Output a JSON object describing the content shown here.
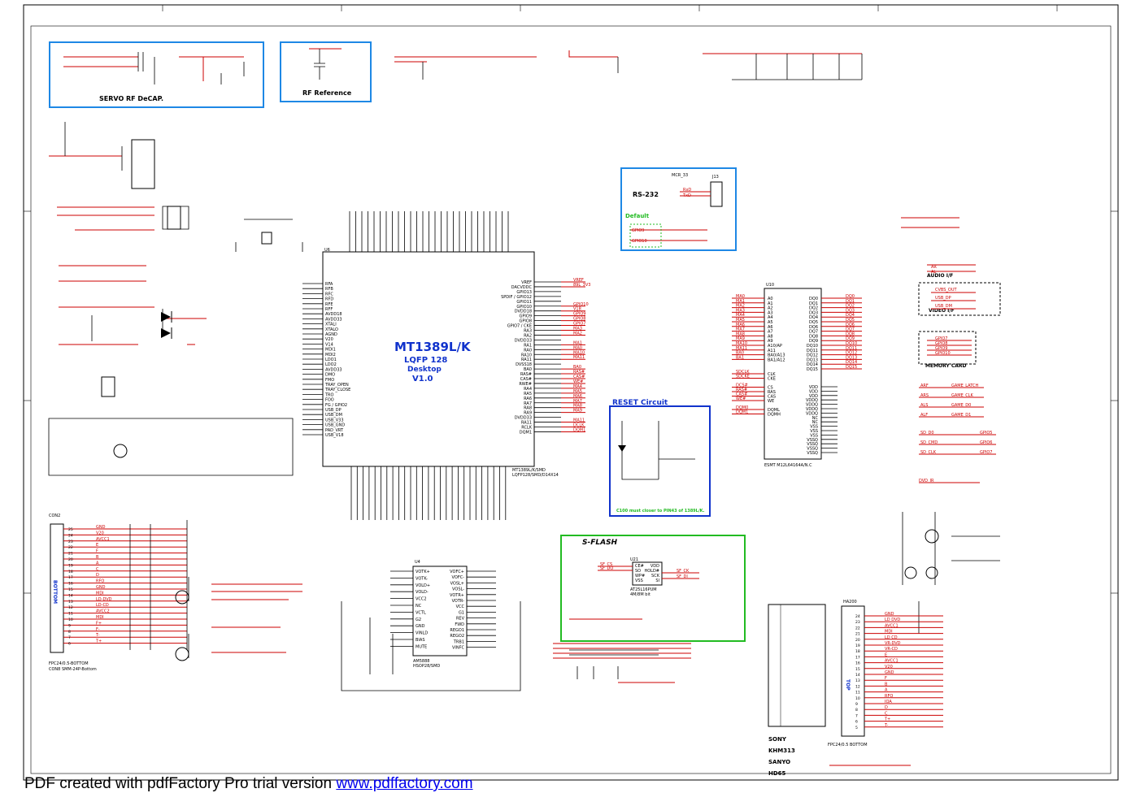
{
  "colors": {
    "net": "#cc0000",
    "wire": "#000000",
    "servo_box": "#1e88e5",
    "flash_box": "#22bb22",
    "reset_box": "#1133cc"
  },
  "blocks": {
    "servo": "SERVO RF DeCAP.",
    "rf_ref": "RF Reference",
    "rs232": "RS-232",
    "reset": "RESET Circuit",
    "reset_note": "C100 must closer to PIN43 of 1389L/K.",
    "sflash": "S-FLASH",
    "default": "Default"
  },
  "chip": {
    "name": "MT1389L/K",
    "package": "LQFP 128",
    "variant": "Desktop",
    "version": "V1.0",
    "ref": "U6",
    "part": "MT1389L/K/SMD",
    "part2": "LQFP128/SMD/D14X14"
  },
  "left_pins": [
    "RFA",
    "RFB",
    "RFC",
    "RFD",
    "RFE",
    "RFF",
    "AVDD18",
    "AVDD33",
    "XTALI",
    "XTALO",
    "AGND",
    "V20",
    "V14",
    "MDI1",
    "MDI2",
    "LDO1",
    "LDO2",
    "AVDD33",
    "DMO",
    "FMO",
    "TRAY_OPEN",
    "TRAY_CLOSE",
    "TRO",
    "FOO",
    "FG / GPIO2",
    "USB_DP",
    "USB_DM",
    "USB_V33",
    "USB_GND",
    "PAD_VRT",
    "USB_V18"
  ],
  "right_pins": [
    "VREF",
    "DACVDDC",
    "GPIO13",
    "SPDIF / GPIO12",
    "GPIO11",
    "GPIO10",
    "DVDD18",
    "GPIO9",
    "GPIO8",
    "GPIO7 / CKE",
    "RA3",
    "RA2",
    "DVDD33",
    "RA1",
    "RA0",
    "RA10",
    "RA11",
    "DVSS18",
    "BA0",
    "RAS#",
    "CAS#",
    "RWE#",
    "RA4",
    "RA5",
    "RA6",
    "RA7",
    "RA8",
    "RA9",
    "DVDD33",
    "RA11",
    "RCLK",
    "DQM1"
  ],
  "right_nets": [
    "VREF",
    "89L_3V3",
    "",
    "",
    "",
    "GPIO10",
    "V18",
    "GPIO9",
    "GPIO8",
    "GPIO7",
    "MA3",
    "MA2",
    "",
    "MA1",
    "MA0",
    "MA10",
    "MA11",
    "",
    "BA0",
    "RAS#",
    "CAS#",
    "WE#",
    "MA4",
    "MA5",
    "MA6",
    "MA7",
    "MA8",
    "MA9",
    "",
    "MA11",
    "DCLK",
    "DQM1"
  ],
  "ram": {
    "ref": "U10",
    "part": "ESMT M12L64164A/N.C",
    "addr_nets": [
      "MA0",
      "MA1",
      "MA2",
      "MA3",
      "MA4",
      "MA5",
      "MA6",
      "MA7",
      "MA8",
      "MA9",
      "MA10",
      "MA11",
      "BA0",
      "BA1"
    ],
    "addr_pins": [
      "A0",
      "A1",
      "A2",
      "A3",
      "A4",
      "A5",
      "A6",
      "A7",
      "A8",
      "A9",
      "A10/AP",
      "A11",
      "BA0/A13",
      "BA1/A12"
    ],
    "dq_pins": [
      "DQ0",
      "DQ1",
      "DQ2",
      "DQ3",
      "DQ4",
      "DQ5",
      "DQ6",
      "DQ7",
      "DQ8",
      "DQ9",
      "DQ10",
      "DQ11",
      "DQ12",
      "DQ13",
      "DQ14",
      "DQ15"
    ],
    "ctrl_nets": [
      "SDCLK",
      "SDCKE",
      "",
      "DCS#",
      "RAS#",
      "CAS#",
      "WE#",
      "",
      "DQM0",
      "DQM1"
    ],
    "ctrl_pins": [
      "CLK",
      "CKE",
      "",
      "CS",
      "RAS",
      "CAS",
      "WE",
      "",
      "DQML",
      "DQMH"
    ],
    "vcc_pins": [
      "VDD",
      "VDD",
      "VDD",
      "VDDQ",
      "VDDQ",
      "VDDQ",
      "VDDQ",
      "NC",
      "NC",
      "VSS",
      "VSS",
      "VSS",
      "VSSQ",
      "VSSQ",
      "VSSQ",
      "VSSQ"
    ]
  },
  "rs232": {
    "ref": "J13",
    "net": "MCR_33",
    "rxd": "RxD",
    "txd": "TxD",
    "gpio9": "GPIO9",
    "gpio10": "GPIO10"
  },
  "interfaces": {
    "audio": "AUDIO I/F",
    "video": "VIDEO I/F",
    "memory": "MEMORY CARD",
    "audio_nets": [
      "AR",
      "AL"
    ],
    "video_nets": [
      "CVBS_OUT",
      "USB_DP",
      "USB_DM"
    ],
    "mem_nets": [
      "GPIO7",
      "GPIO8",
      "GPIO9",
      "GPIO10"
    ],
    "game": [
      "ARF",
      "ARS",
      "ALS",
      "ALF"
    ],
    "game_nets": [
      "GAME_LATCH",
      "GAME_CLK",
      "GAME_D0",
      "GAME_D1"
    ],
    "sd": [
      "SD_D0",
      "SD_CMD",
      "SD_CLK"
    ],
    "sd_nets": [
      "GPIO5",
      "GPIO6",
      "GPIO7"
    ],
    "dvd_ir": "DVD_IR"
  },
  "sflash": {
    "ref": "U21",
    "part": "AT25L16PUM",
    "size": "4M/8M bit",
    "pins": [
      "CE#",
      "SO",
      "WP#",
      "VSS",
      "VDD",
      "HOLD#",
      "SCK",
      "SI"
    ],
    "nets": [
      "SF_CS",
      "SF_DO",
      "SF_CK",
      "SF_DI"
    ]
  },
  "driver": {
    "ref": "U4",
    "part": "AM5888",
    "pkg": "HSOP28/SMD",
    "left": [
      "VOTK+",
      "VOTK-",
      "VOLD+",
      "VOLD-",
      "VCC2",
      "NC",
      "VCTL",
      "G2",
      "GND",
      "VINLD",
      "BIAS",
      "MUTE"
    ],
    "right": [
      "VOFC+",
      "VOFC-",
      "VOSL+",
      "VOSL-",
      "VOTR+",
      "VOTR-",
      "VCC",
      "G1",
      "REV",
      "FWD",
      "REGO1",
      "REGO2",
      "TRB1",
      "VINFC"
    ]
  },
  "connectors": {
    "con2": "CON2",
    "con2_part": "FPC24/0.5-BOTTOM",
    "con2_part2": "CON8 SMM-24P-Bottom",
    "bottom": "BOTTOM",
    "ha200": "HA200",
    "top": "TOP",
    "ha_part": "FPC24/0.5 BOTTOM",
    "con2_nets": [
      "GND",
      "V20",
      "AVCC1",
      "E",
      "F",
      "B",
      "A",
      "C",
      "D",
      "RFO",
      "GND",
      "MDI",
      "LD-DVD",
      "LD-CD",
      "AVCC2",
      "MDI",
      "F+",
      "F-",
      "T-",
      "T+"
    ],
    "ha_nets": [
      "GND",
      "LD DVD",
      "AVCC1",
      "MDI",
      "LD CD",
      "VR-DVD",
      "VR-CD",
      "E",
      "AVCC1",
      "V20",
      "GND",
      "F",
      "B",
      "A",
      "RFO",
      "IOA",
      "D",
      "C",
      "T+",
      "T-"
    ]
  },
  "sony": {
    "lines": [
      "SONY",
      "KHM313",
      "SANYO",
      "HD65"
    ]
  },
  "footer": {
    "text": "PDF created with pdfFactory Pro trial version ",
    "link": "www.pdffactory.com"
  }
}
